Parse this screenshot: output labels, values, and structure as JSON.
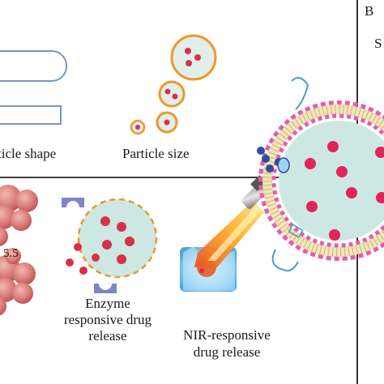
{
  "labels": {
    "particle_shape": "ticle shape",
    "particle_size": "Particle size",
    "ph_value": "5.5",
    "enzyme_line1": "Enzyme",
    "enzyme_line2": "responsive drug",
    "enzyme_line3": "release",
    "nir_line1": "NIR-responsive",
    "nir_line2": "drug release",
    "panel_b": "B",
    "panel_b_partial": "S"
  },
  "colors": {
    "orange_ring": "#f0962a",
    "drug_red": "#d9304a",
    "nucleus_red": "#b21e2e",
    "core_fill": "#cde8e2",
    "shape_stroke": "#7b93c8",
    "enzyme_blue": "#7e86c8",
    "liposome_pink": "#e85ab0",
    "cell_pink": "#d87a7a",
    "divider": "#000000"
  },
  "icons": [
    "rod-particle-icon",
    "capsule-particle-icon",
    "sphere-particle-icon",
    "tumor-cell-cluster-icon",
    "enzyme-scissor-icon",
    "nir-laser-icon",
    "liposome-icon"
  ]
}
